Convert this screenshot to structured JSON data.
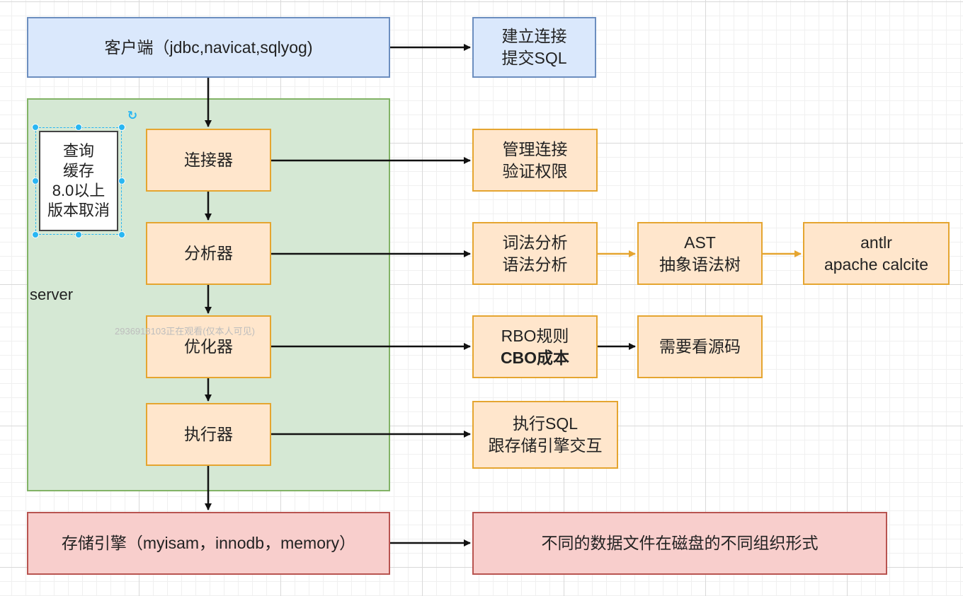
{
  "diagram": {
    "client": {
      "label": "客户端（jdbc,navicat,sqlyog)"
    },
    "client_note": {
      "lines": [
        "建立连接",
        "提交SQL"
      ]
    },
    "server_label": "server",
    "query_cache": {
      "lines": [
        "查询",
        "缓存",
        "8.0以上",
        "版本取消"
      ]
    },
    "watermark": "2936918103正在观看(仅本人可见)",
    "connector": {
      "label": "连接器"
    },
    "connector_note": {
      "lines": [
        "管理连接",
        "验证权限"
      ]
    },
    "analyzer": {
      "label": "分析器"
    },
    "analyzer_note": {
      "lines": [
        "词法分析",
        "语法分析"
      ]
    },
    "ast_note": {
      "lines": [
        "AST",
        "抽象语法树"
      ]
    },
    "antlr_note": {
      "lines": [
        "antlr",
        "apache calcite"
      ]
    },
    "optimizer": {
      "label": "优化器"
    },
    "optimizer_note": {
      "lines": [
        "RBO规则",
        "CBO成本"
      ]
    },
    "source_note": {
      "label": "需要看源码"
    },
    "executor": {
      "label": "执行器"
    },
    "executor_note": {
      "lines": [
        "执行SQL",
        "跟存储引擎交互"
      ]
    },
    "storage": {
      "label": "存储引擎（myisam，innodb，memory）"
    },
    "storage_note": {
      "label": "不同的数据文件在磁盘的不同组织形式"
    }
  },
  "colors": {
    "blue_fill": "#dae8fc",
    "blue_stroke": "#6c8ebf",
    "orange_fill": "#ffe6cc",
    "orange_stroke": "#e5a530",
    "red_fill": "#f8cecc",
    "red_stroke": "#b85450",
    "green_fill": "#d5e8d4",
    "green_stroke": "#82b366",
    "selection": "#29b6f2"
  }
}
